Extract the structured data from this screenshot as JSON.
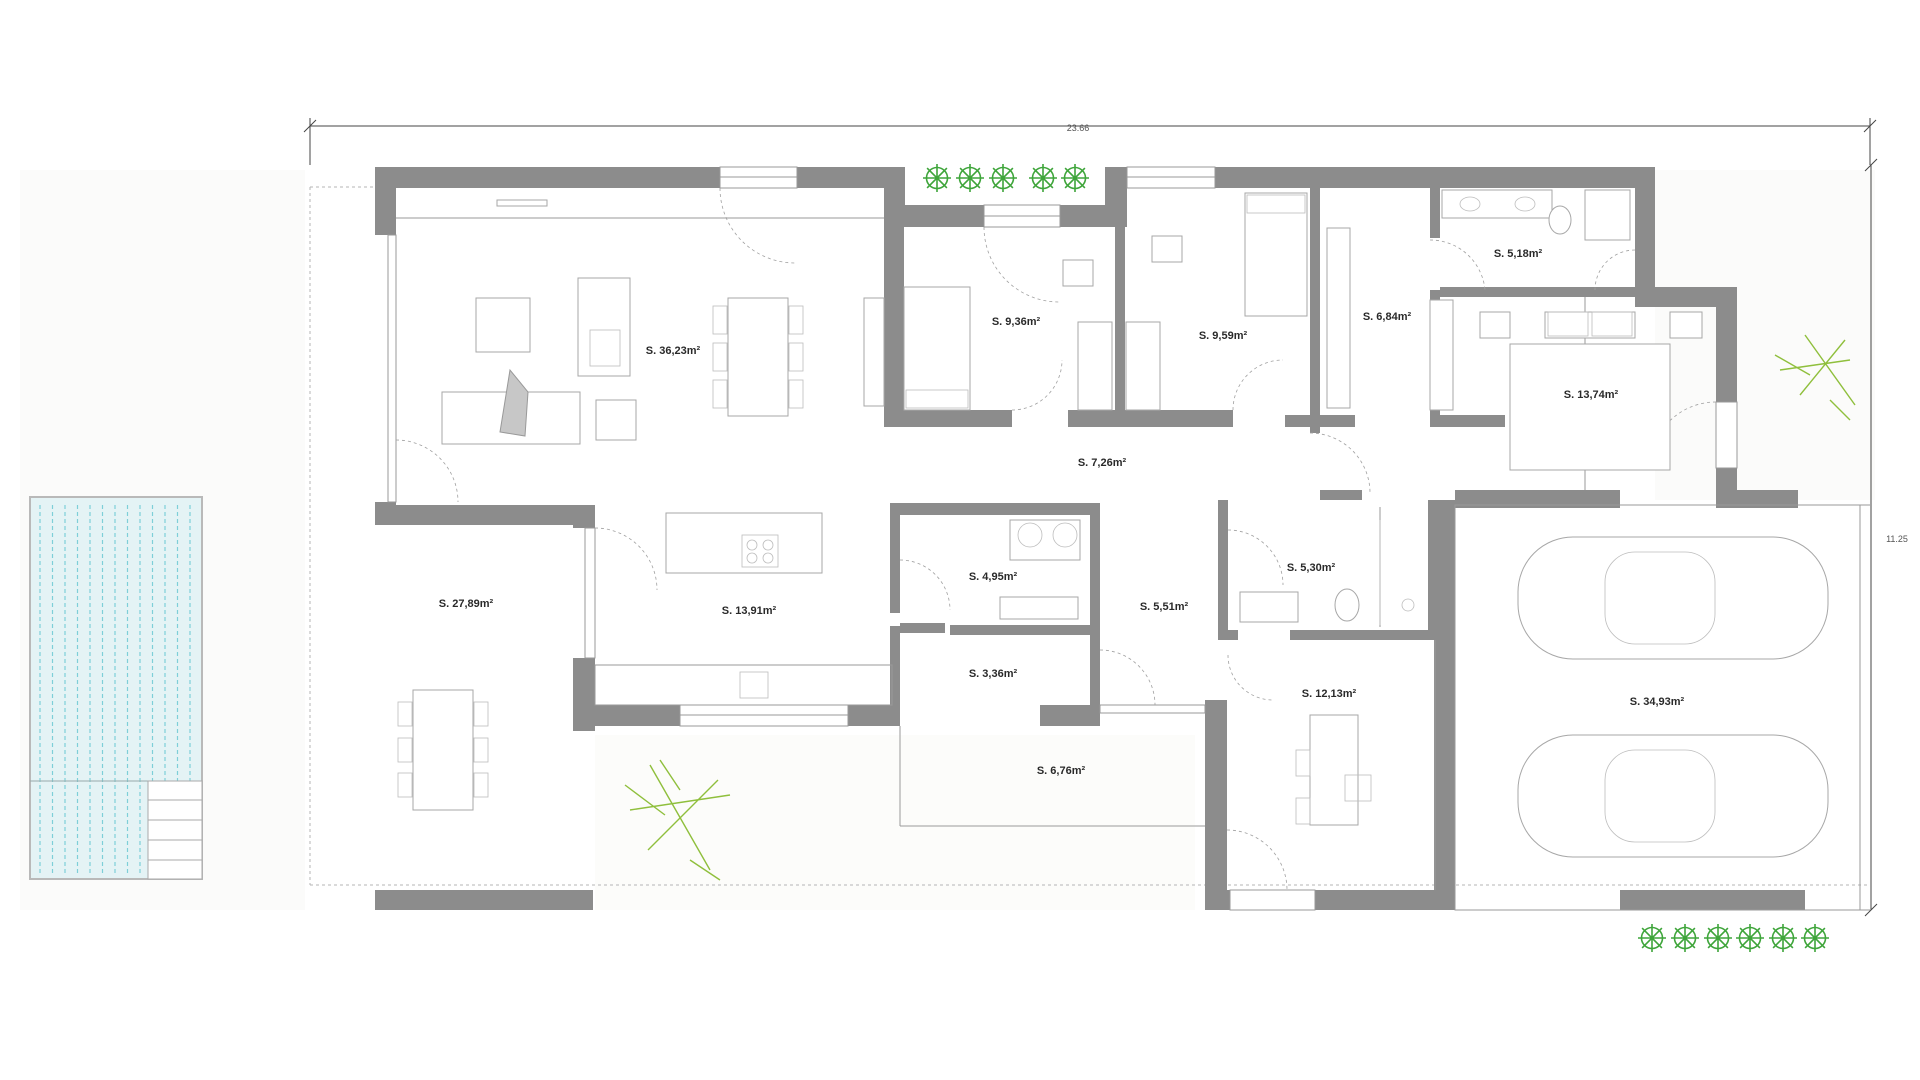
{
  "dimensions": {
    "width_label": "23.66",
    "height_label": "11.25"
  },
  "rooms": {
    "living": "S. 36,23m²",
    "bedroom_1": "S. 9,36m²",
    "bedroom_2": "S. 9,59m²",
    "dressing": "S. 6,84m²",
    "master_bath": "S. 5,18m²",
    "master_bedroom": "S. 13,74m²",
    "hall": "S. 7,26m²",
    "terrace": "S. 27,89m²",
    "kitchen": "S. 13,91m²",
    "laundry": "S. 4,95m²",
    "corridor": "S. 5,51m²",
    "bathroom": "S. 5,30m²",
    "storage": "S. 3,36m²",
    "office": "S. 12,13m²",
    "porch": "S. 6,76m²",
    "garage": "S. 34,93m²"
  },
  "colors": {
    "wall": "#8c8c8c",
    "pool": "#7ecfd8",
    "tree": "#8fbf3c",
    "bush": "#3fa53b"
  }
}
